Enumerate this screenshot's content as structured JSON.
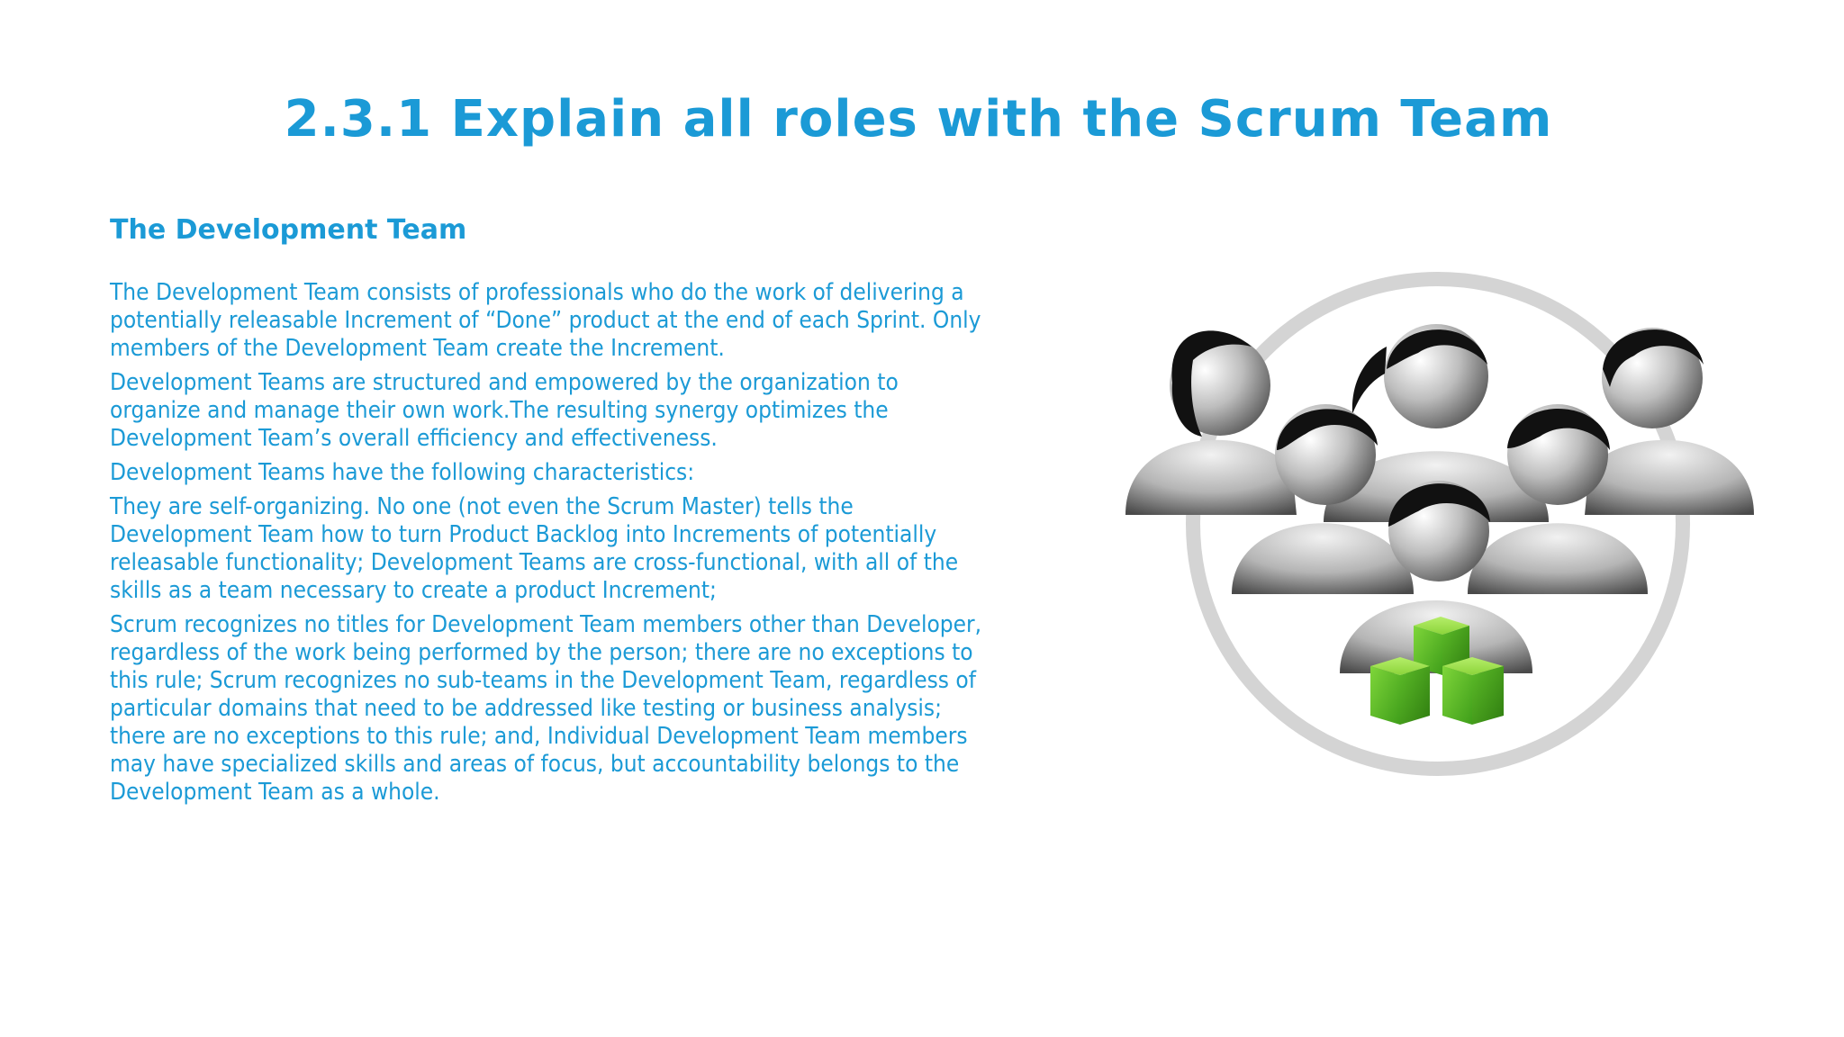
{
  "slide": {
    "title": "2.3.1 Explain all roles with the Scrum Team",
    "section_heading": "The Development Team",
    "paragraphs": [
      "The Development Team consists of professionals who do the work of delivering a potentially releasable Increment of “Done” product at the end of each Sprint. Only members of the Development Team create the Increment.",
      "Development Teams are structured and empowered by the organization to organize and manage their own work.The resulting synergy optimizes the Development Team’s overall efficiency and effectiveness.",
      "Development Teams have the following characteristics:",
      "They are self-organizing. No one (not even the Scrum Master) tells the Development Team how to turn Product Backlog into Increments of potentially releasable functionality; Development Teams are cross-functional, with all of the skills as a team necessary to create a product Increment;",
      "Scrum recognizes no titles for Development Team members other than Developer, regardless of the work being performed by the person; there are no exceptions to this rule; Scrum recognizes no sub-teams in the Development Team, regardless of particular domains that need to be addressed like testing or business analysis; there are no exceptions to this rule; and, Individual Development Team members may have specialized skills and areas of focus, but accountability belongs to the Development Team as a whole."
    ]
  },
  "illustration": {
    "icon": "team-people-icon",
    "colors": {
      "text": "#1b9ad6",
      "ring": "#d4d4d4",
      "hair": "#111111",
      "cube_green": "#5fc22a"
    }
  }
}
